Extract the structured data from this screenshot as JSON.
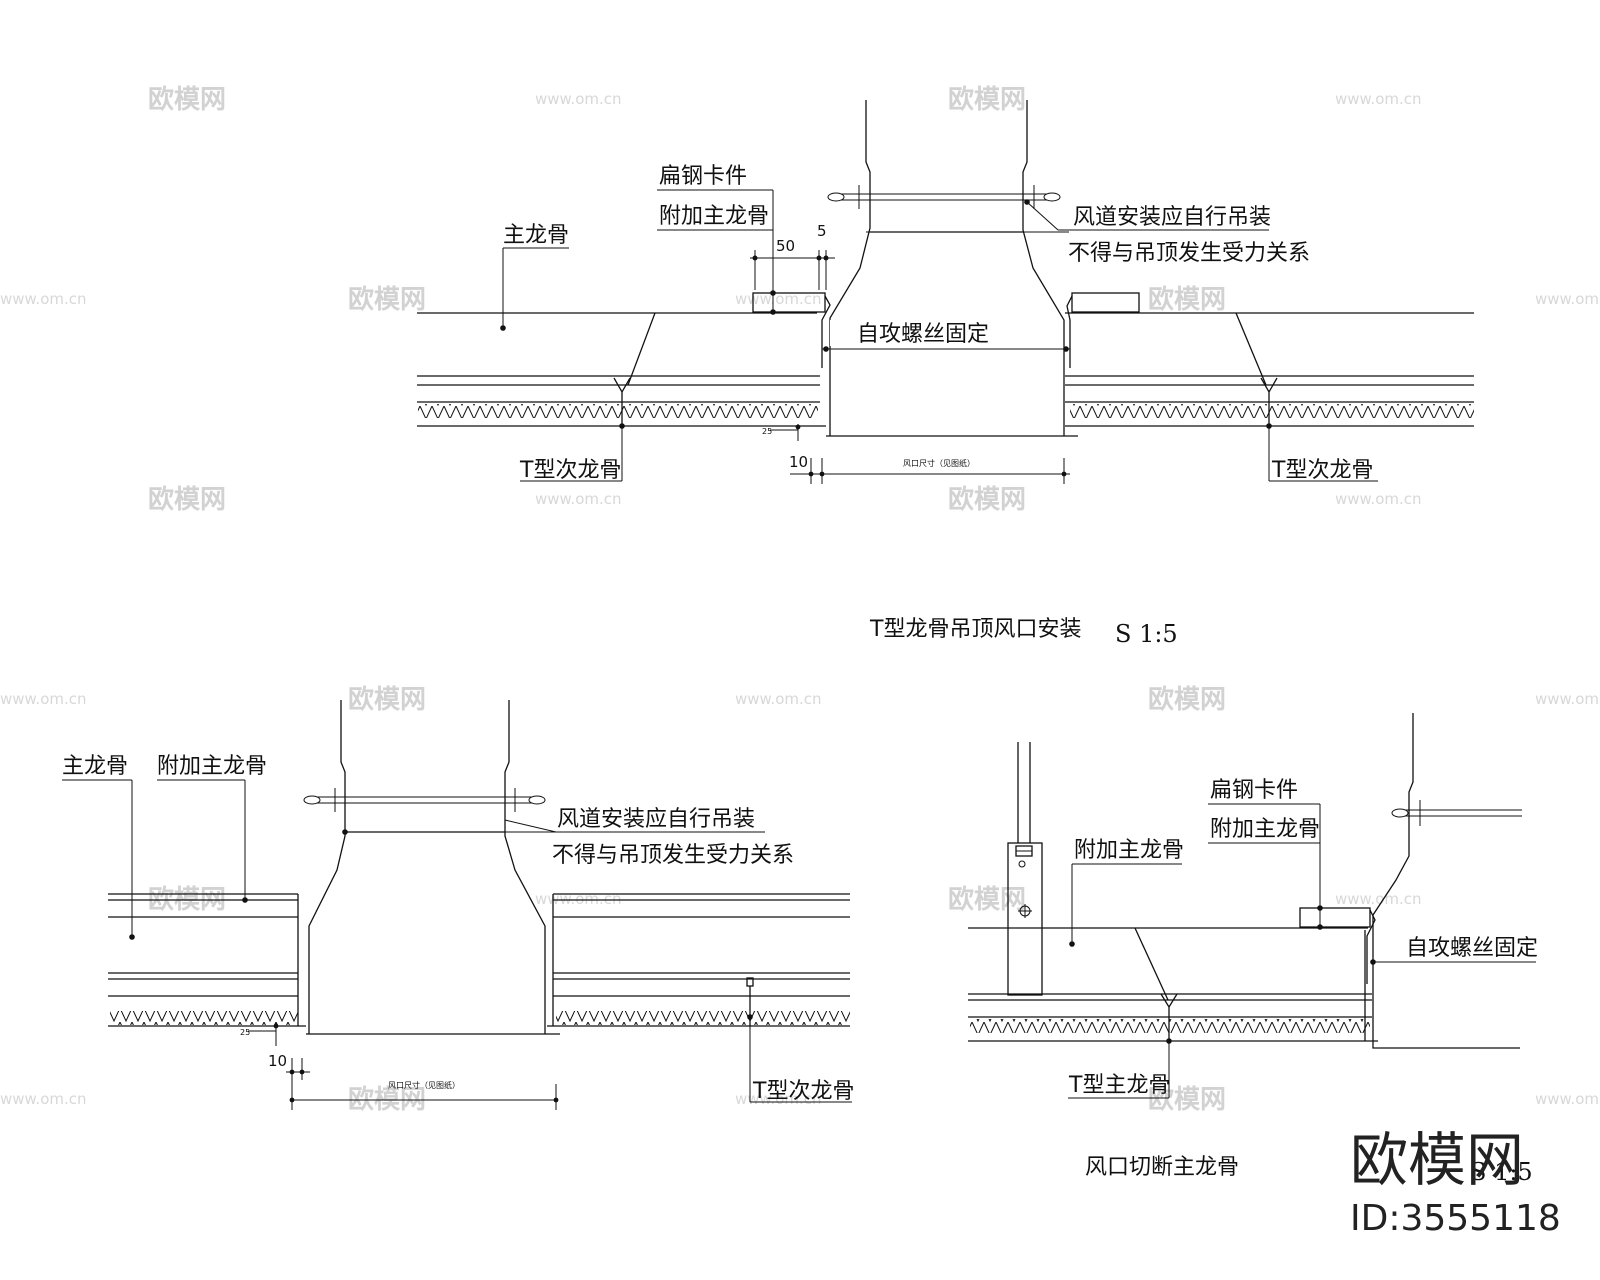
{
  "watermark": {
    "cn": "欧模网",
    "url": "www.om.cn"
  },
  "top": {
    "title": "T型龙骨吊顶风口安装",
    "scale": "S 1:5",
    "labels": {
      "main_keel": "主龙骨",
      "clip": "扁钢卡件",
      "extra_keel": "附加主龙骨",
      "duct_note1": "风道安装应自行吊装",
      "duct_note2": "不得与吊顶发生受力关系",
      "screw": "自攻螺丝固定",
      "t_keel_left": "T型次龙骨",
      "t_keel_right": "T型次龙骨"
    },
    "dims": {
      "d50": "50",
      "d5": "5",
      "d10": "10",
      "d_small": "25",
      "opening": "风口尺寸（见图纸）"
    }
  },
  "bottom_left": {
    "labels": {
      "main_keel": "主龙骨",
      "extra_keel": "附加主龙骨",
      "duct_note1": "风道安装应自行吊装",
      "duct_note2": "不得与吊顶发生受力关系",
      "t_keel": "T型次龙骨"
    },
    "dims": {
      "d10": "10",
      "d_small": "25",
      "opening": "风口尺寸（见图纸）"
    }
  },
  "bottom_right": {
    "title": "风口切断主龙骨",
    "scale": "S 1:5",
    "labels": {
      "clip": "扁钢卡件",
      "extra_keel_a": "附加主龙骨",
      "extra_keel_b": "附加主龙骨",
      "screw": "自攻螺丝固定",
      "t_main": "T型主龙骨"
    }
  },
  "brand": {
    "name": "欧模网",
    "id": "ID:3555118"
  }
}
